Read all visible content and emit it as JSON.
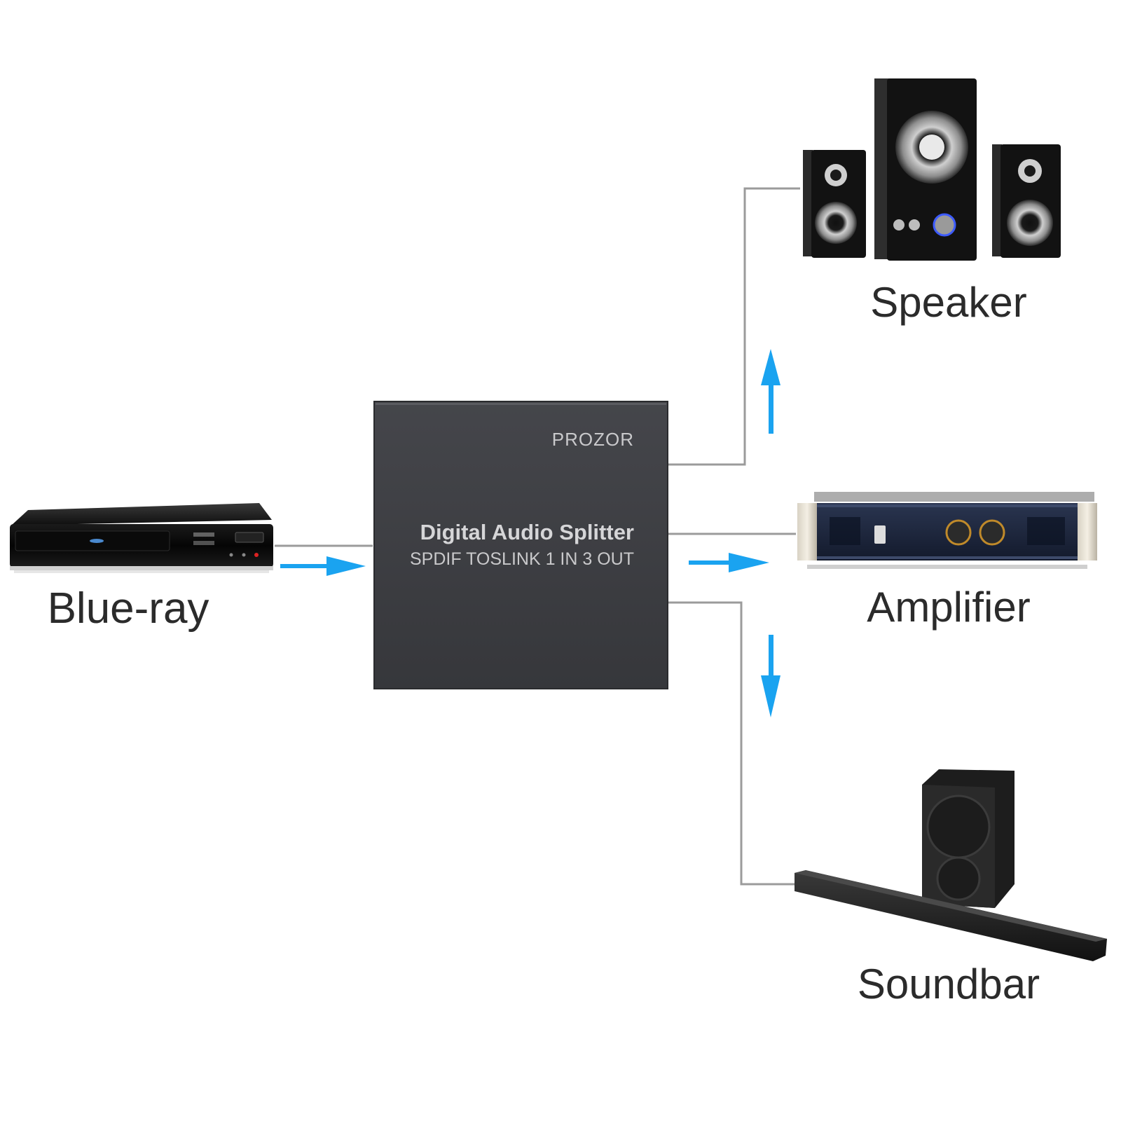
{
  "splitter": {
    "brand": "PROZOR",
    "title": "Digital Audio Splitter",
    "subtitle": "SPDIF TOSLINK 1 IN 3 OUT"
  },
  "devices": {
    "source": {
      "label": "Blue-ray"
    },
    "outputs": [
      {
        "label": "Speaker"
      },
      {
        "label": "Amplifier"
      },
      {
        "label": "Soundbar"
      }
    ]
  },
  "colors": {
    "arrow": "#1aa3f0",
    "wire": "#9b9b9b",
    "splitter_body": "#3d3e42",
    "label_text": "#2b2b2b"
  }
}
